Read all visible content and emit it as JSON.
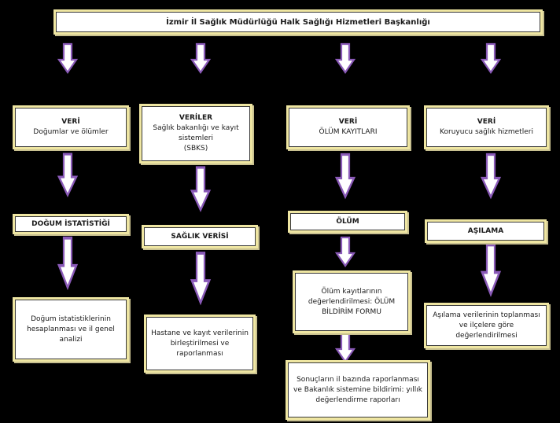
{
  "diagram": {
    "root": "İzmir İl Sağlık Müdürlüğü Halk Sağlığı Hizmetleri Başkanlığı",
    "branches": [
      {
        "head_title": "VERİ",
        "head_text": "Doğumlar ve ölümler",
        "step": "DOĞUM İSTATİSTİĞİ",
        "result": "Doğum istatistiklerinin hesaplanması ve il genel analizi"
      },
      {
        "head_title": "VERİLER",
        "head_text": "Sağlık bakanlığı ve kayıt sistemleri",
        "head_extra": "(SBKS)",
        "step": "SAĞLIK VERİSİ",
        "result": "Hastane ve kayıt verilerinin birleştirilmesi ve raporlanması"
      },
      {
        "head_title": "VERİ",
        "head_text": "ÖLÜM KAYITLARI",
        "step": "ÖLÜM",
        "result": "Ölüm kayıtlarının değerlendirilmesi: ÖLÜM BİLDİRİM FORMU"
      },
      {
        "head_title": "VERİ",
        "head_text": "Koruyucu sağlık hizmetleri",
        "step": "AŞILAMA",
        "result": "Aşılama verilerinin toplanması ve ilçelere göre değerlendirilmesi"
      }
    ],
    "final": "Sonuçların il bazında raporlanması ve Bakanlık sistemine bildirimi: yıllık değerlendirme raporları"
  }
}
